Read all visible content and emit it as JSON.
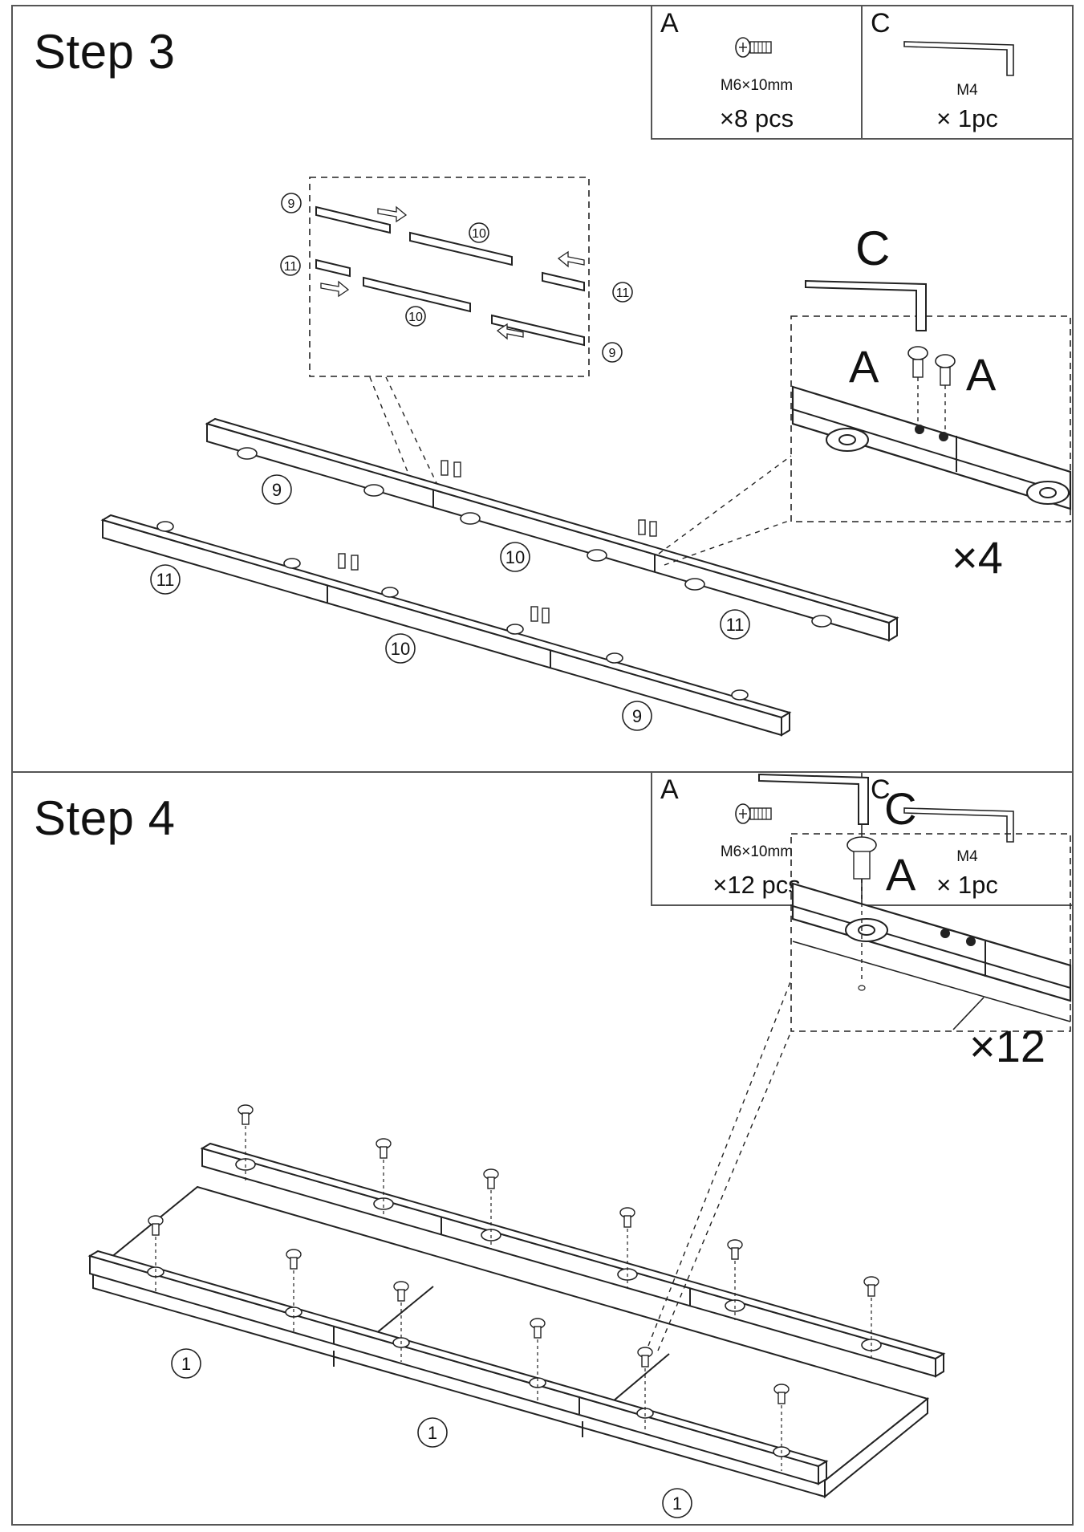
{
  "step3": {
    "title": "Step 3",
    "parts": {
      "a": {
        "letter": "A",
        "spec": "M6×10mm",
        "qty": "×8 pcs",
        "icon": "screw-icon"
      },
      "c": {
        "letter": "C",
        "spec": "M4",
        "qty": "× 1pc",
        "icon": "allen-key-icon"
      }
    },
    "callouts": {
      "tool": "C",
      "screw_left": "A",
      "screw_right": "A",
      "multiplier": "×4"
    },
    "labels": {
      "n9": "9",
      "n10": "10",
      "n11": "11"
    }
  },
  "step4": {
    "title": "Step 4",
    "parts": {
      "a": {
        "letter": "A",
        "spec": "M6×10mm",
        "qty": "×12 pcs",
        "icon": "screw-icon"
      },
      "c": {
        "letter": "C",
        "spec": "M4",
        "qty": "× 1pc",
        "icon": "allen-key-icon"
      }
    },
    "callouts": {
      "tool": "C",
      "screw": "A",
      "multiplier": "×12"
    },
    "labels": {
      "n1": "1"
    }
  }
}
